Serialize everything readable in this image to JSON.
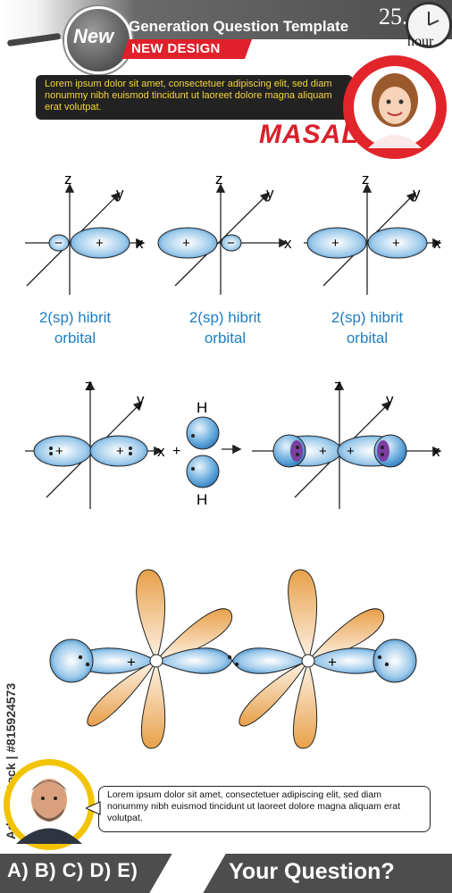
{
  "header": {
    "badge_label": "New",
    "title": "Generation Question Template",
    "subtitle": "NEW DESIGN",
    "day_number": "25.",
    "hour_label": "hour"
  },
  "speech_top": {
    "text": "Lorem ipsum dolor sit amet, consectetuer adipiscing elit, sed diam nonummy nibh euismod tincidunt ut laoreet dolore magna aliquam erat volutpat."
  },
  "character_name": "MASAL",
  "orbitals_row1": [
    {
      "z": "z",
      "y": "y",
      "x": "x",
      "left_sign": "−",
      "right_sign": "+",
      "caption_line1": "2(sp) hibrit",
      "caption_line2": "orbital"
    },
    {
      "z": "z",
      "y": "y",
      "x": "x",
      "left_sign": "+",
      "right_sign": "−",
      "caption_line1": "2(sp) hibrit",
      "caption_line2": "orbital"
    },
    {
      "z": "z",
      "y": "y",
      "x": "x",
      "left_sign": "+",
      "right_sign": "+",
      "caption_line1": "2(sp) hibrit",
      "caption_line2": "orbital"
    }
  ],
  "reaction": {
    "left": {
      "z": "z",
      "y": "y",
      "x": "x",
      "left_sign": "+",
      "right_sign": "+"
    },
    "plus": "+",
    "h_top": "H",
    "h_bottom": "H",
    "product": {
      "z": "z",
      "y": "y",
      "x": "x",
      "left_sign": "+",
      "right_sign": "+"
    }
  },
  "chain": {
    "sign_left": "+",
    "sign_right": "+"
  },
  "speech_bottom": {
    "text": "Lorem ipsum dolor sit amet, consectetuer adipiscing elit, sed diam nonummy nibh euismod tincidunt ut laoreet dolore magna aliquam erat volutpat."
  },
  "footer": {
    "answers": "A) B) C) D) E)",
    "question": "Your Question?"
  },
  "stock_id": "Adobe Stock | #815924573",
  "colors": {
    "accent_red": "#e0202a",
    "orbital_blue": "#1e7ec3",
    "lobe_orange": "#e8a04a"
  }
}
